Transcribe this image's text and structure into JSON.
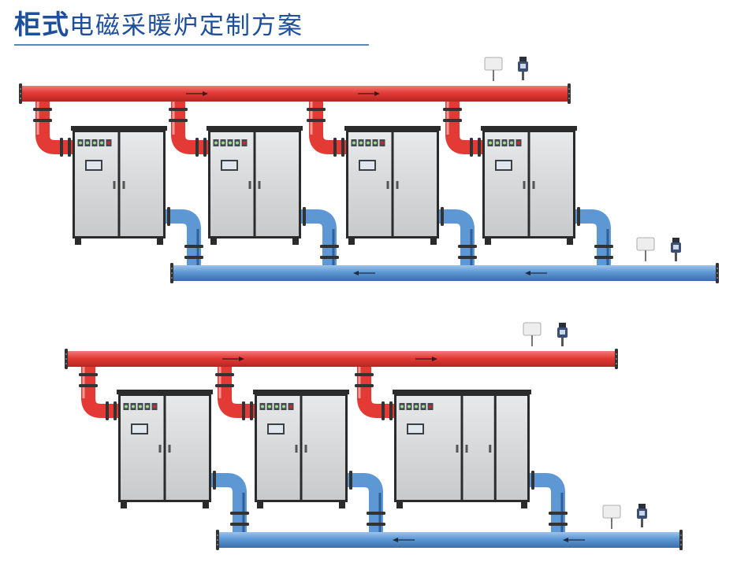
{
  "header": {
    "title_bold": "柜式",
    "title_rest": "电磁采暖炉定制方案"
  },
  "colors": {
    "title": "#1d4f9c",
    "supply_pipe": "#e43a36",
    "return_pipe": "#5d97d4",
    "cabinet_door": "#d9dadb",
    "cabinet_frame": "#2b2b2b",
    "flange": "#333333"
  },
  "systems": [
    {
      "name": "system-1",
      "heater_count": 4,
      "last_heater_wide": false,
      "supply_flow": "right",
      "return_flow": "left"
    },
    {
      "name": "system-2",
      "heater_count": 3,
      "last_heater_wide": true,
      "supply_flow": "right",
      "return_flow": "left"
    }
  ],
  "icons": [
    "thermostat-icon",
    "pressure-sensor-icon",
    "flow-arrow-icon",
    "control-panel-icon"
  ]
}
